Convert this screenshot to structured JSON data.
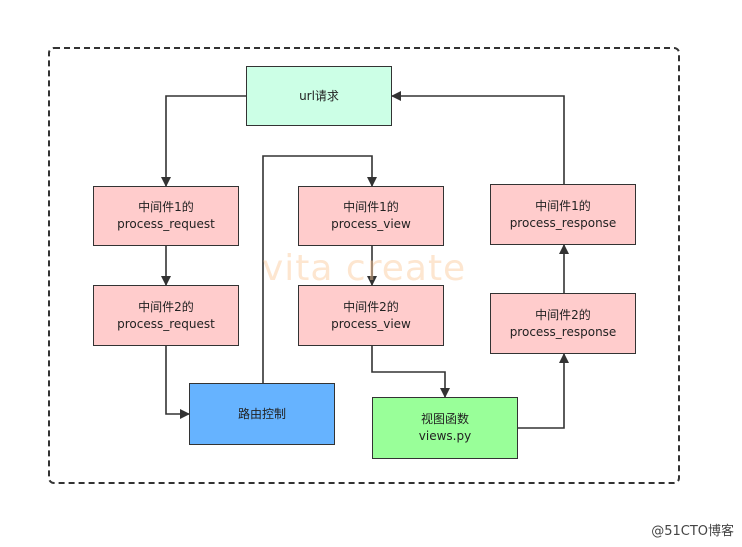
{
  "nodes": {
    "url": {
      "line1": "url请求"
    },
    "req1": {
      "line1": "中间件1的",
      "line2": "process_request"
    },
    "req2": {
      "line1": "中间件2的",
      "line2": "process_request"
    },
    "route": {
      "line1": "路由控制"
    },
    "view1": {
      "line1": "中间件1的",
      "line2": "process_view"
    },
    "view2": {
      "line1": "中间件2的",
      "line2": "process_view"
    },
    "viewfn": {
      "line1": "视图函数",
      "line2": "views.py"
    },
    "resp2": {
      "line1": "中间件2的",
      "line2": "process_response"
    },
    "resp1": {
      "line1": "中间件1的",
      "line2": "process_response"
    }
  },
  "watermark": "vita create",
  "credit": "@51CTO博客",
  "colors": {
    "url_fill": "#ccffe6",
    "middleware_fill": "#ffcccc",
    "route_fill": "#66b3ff",
    "view_fill": "#99ff99",
    "line": "#333333"
  }
}
